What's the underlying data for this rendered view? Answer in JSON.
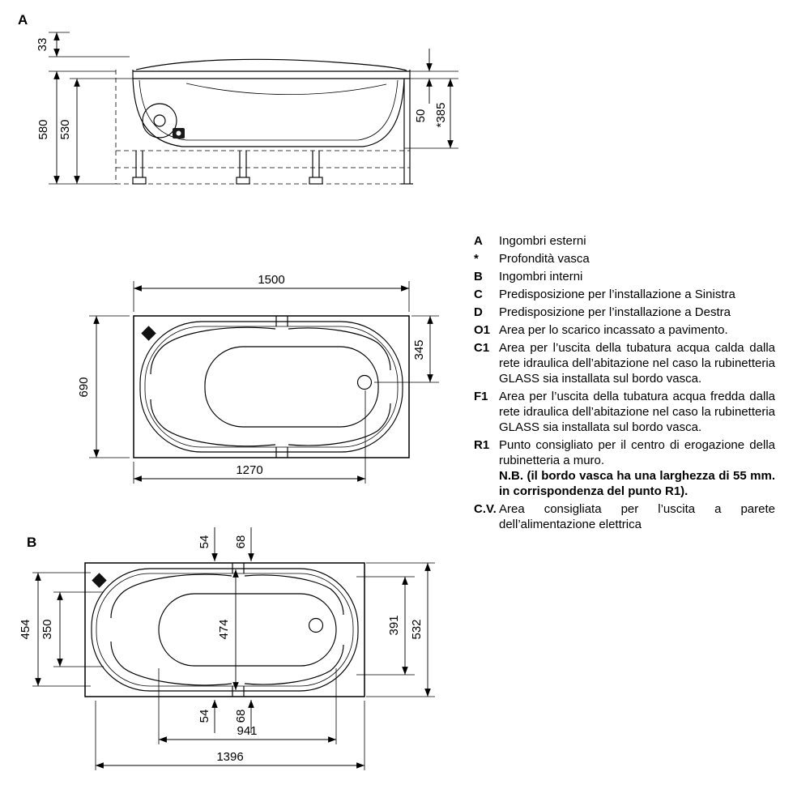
{
  "view_a": {
    "label": "A",
    "dims": {
      "h33": "33",
      "h580": "580",
      "h530": "530",
      "d50": "50",
      "d385": "*385"
    }
  },
  "view_top": {
    "dims": {
      "w1500": "1500",
      "h690": "690",
      "h345": "345",
      "w1270": "1270"
    }
  },
  "view_b": {
    "label": "B",
    "dims": {
      "t54": "54",
      "t68": "68",
      "l454": "454",
      "l350": "350",
      "c474": "474",
      "r391": "391",
      "r532": "532",
      "b54": "54",
      "b68": "68",
      "w941": "941",
      "w1396": "1396"
    }
  },
  "legend": {
    "items": [
      {
        "key": "A",
        "text": "Ingombri esterni"
      },
      {
        "key": "*",
        "text": "Profondità vasca"
      },
      {
        "key": "B",
        "text": "Ingombri interni"
      },
      {
        "key": "C",
        "text": "Predisposizione per l’installazione a Sinistra"
      },
      {
        "key": "D",
        "text": "Predisposizione per l’installazione a Destra"
      },
      {
        "key": "O1",
        "text": "Area per lo scarico incassato a pavimento."
      },
      {
        "key": "C1",
        "text": "Area per l’uscita della tubatura acqua calda dalla rete idraulica dell’abitazione nel caso la rubinetteria GLASS sia installata sul bordo vasca."
      },
      {
        "key": "F1",
        "text": "Area per l’uscita della tubatura acqua fredda dalla rete idraulica dell’abitazione nel caso la rubinetteria GLASS sia installata sul bordo vasca."
      },
      {
        "key": "R1",
        "text": "Punto consigliato per il centro di erogazione della rubinetteria a muro.",
        "note": "N.B. (il bordo vasca ha una larghezza di 55 mm. in corrispondenza del punto R1)."
      },
      {
        "key": "C.V.",
        "text": "Area consigliata per l’uscita a parete dell’alimentazione elettrica"
      }
    ]
  }
}
